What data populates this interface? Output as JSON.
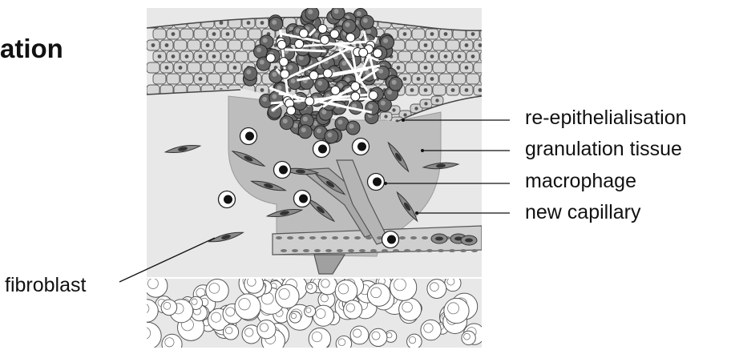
{
  "title": "ation",
  "labels": {
    "re_epithelialisation": "re-epithelialisation",
    "granulation_tissue": "granulation tissue",
    "macrophage": "macrophage",
    "new_capillary": "new capillary",
    "fibroblast": "fibroblast"
  },
  "colors": {
    "dermis": "#e6e6e6",
    "granulation": "#bdbdbd",
    "epidermis_cell": "#d6d6d6",
    "clot_cell": "#666666",
    "nucleus": "#111111",
    "fibroblast": "#8a8a8a"
  }
}
